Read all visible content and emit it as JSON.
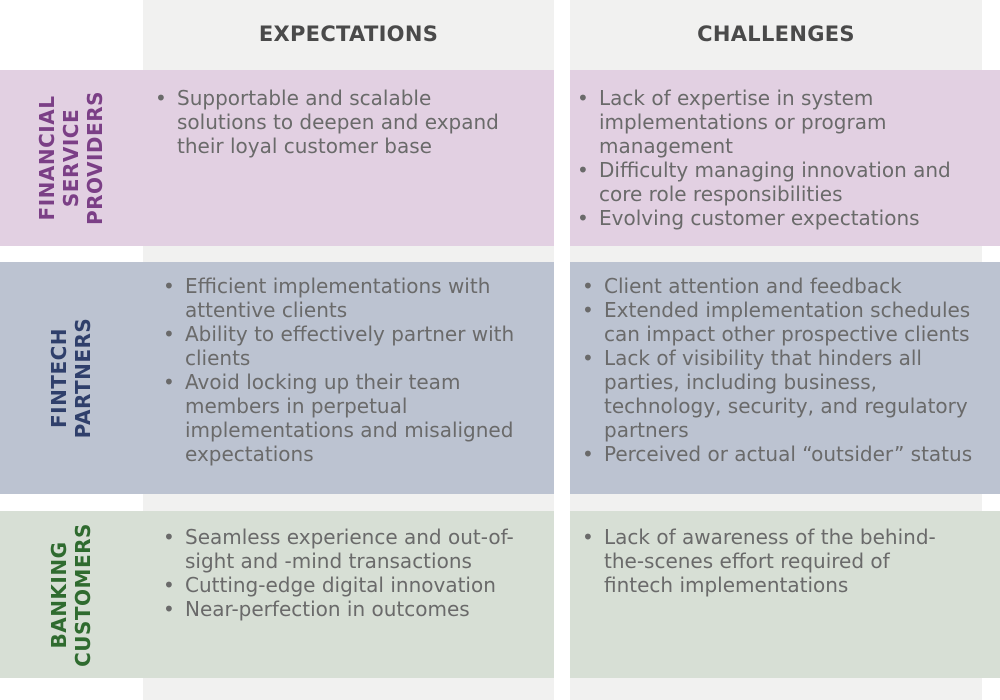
{
  "headers": {
    "expectations": "EXPECTATIONS",
    "challenges": "CHALLENGES"
  },
  "rows": [
    {
      "label_lines": [
        "FINANCIAL",
        "SERVICE",
        "PROVIDERS"
      ],
      "label_color": "#7b3f86",
      "band_color": "#e2d0e2",
      "expectations": [
        "Supportable and scalable solutions to deepen and expand their loyal customer base"
      ],
      "challenges": [
        "Lack of expertise in system implementations or program management",
        "Difficulty managing innovation and core role responsibilities",
        "Evolving customer expectations"
      ]
    },
    {
      "label_lines": [
        "FINTECH",
        "PARTNERS"
      ],
      "label_color": "#2f3f6b",
      "band_color": "#bcc3d1",
      "expectations": [
        "Efficient implementations with attentive clients",
        "Ability to effectively partner with clients",
        "Avoid locking up their team members in perpetual implementations and misaligned expectations"
      ],
      "challenges": [
        "Client attention and feedback",
        "Extended implementation schedules can impact other prospective clients",
        "Lack of visibility that hinders all parties, including business, technology, security, and regulatory partners",
        "Perceived or actual “outsider” status"
      ]
    },
    {
      "label_lines": [
        "BANKING",
        "CUSTOMERS"
      ],
      "label_color": "#2f6b2f",
      "band_color": "#d7dfd5",
      "expectations": [
        "Seamless experience and out-of-sight and -mind transactions",
        "Cutting-edge digital innovation",
        "Near-perfection in outcomes"
      ],
      "challenges": [
        "Lack of awareness of the behind-the-scenes effort required of fintech implementations"
      ]
    }
  ]
}
